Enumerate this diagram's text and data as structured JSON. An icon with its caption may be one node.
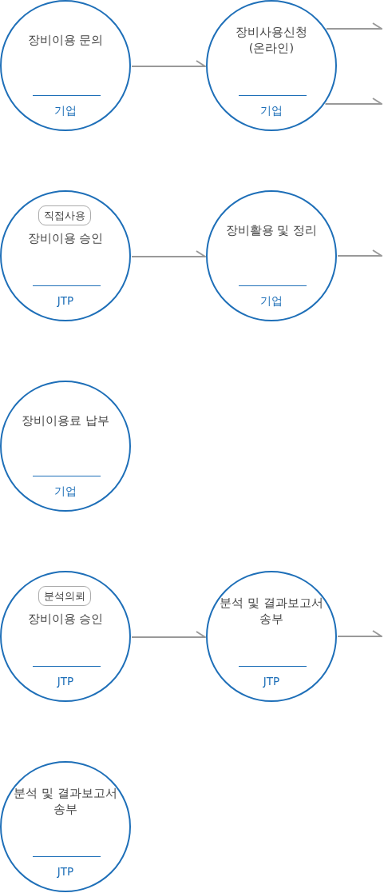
{
  "diagram": {
    "nodes": [
      {
        "text": [
          "장비이용 문의",
          "기업"
        ]
      },
      {
        "text": [
          "장비사용신청 (온라인)",
          "기업"
        ]
      },
      {
        "text": [
          "장비이용 승인",
          "JTP"
        ]
      },
      {
        "text": [
          "직접사용"
        ],
        "in": 2
      },
      {
        "text": [
          "장비활용 및 정리",
          "기업"
        ]
      },
      {
        "text": [
          "장비이용료 납부",
          "기업"
        ]
      },
      {
        "text": [
          "장비이용 승인",
          "JTP"
        ]
      },
      {
        "text": [
          "분석의뢰"
        ],
        "in": 6
      },
      {
        "text": [
          "분석 및 결과보고서 송부",
          "JTP"
        ]
      },
      {
        "text": [
          "분석 및 결과보고서 송부",
          "JTP"
        ]
      }
    ],
    "edges": [
      {
        "from": 0,
        "to": 1,
        "arrow": "to"
      },
      {
        "from": 1,
        "to": null,
        "arrow": "to"
      },
      {
        "from": 1,
        "to": null,
        "arrow": "to"
      },
      {
        "from": 2,
        "to": 4,
        "arrow": "to"
      },
      {
        "from": 4,
        "to": null,
        "arrow": "to"
      },
      {
        "from": 6,
        "to": 8,
        "arrow": "to"
      },
      {
        "from": 8,
        "to": null,
        "arrow": "to"
      }
    ]
  }
}
